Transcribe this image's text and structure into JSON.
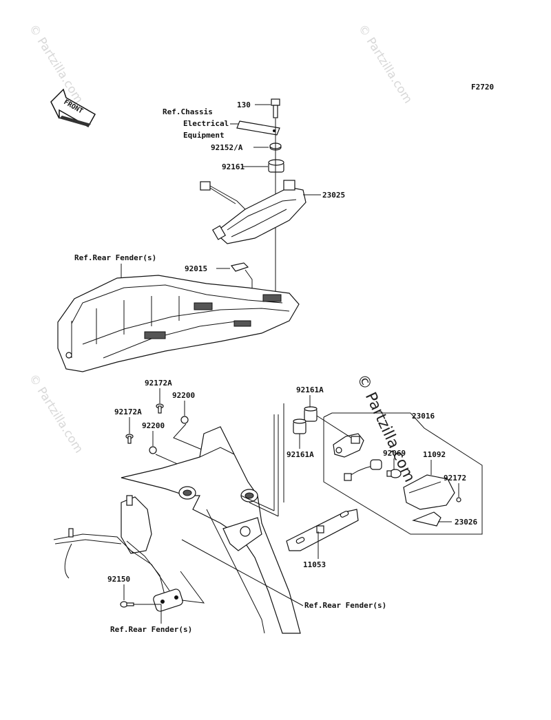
{
  "figure_code": "F2720",
  "front_arrow_label": "FRONT",
  "watermark": "© Partzilla.com",
  "labels": {
    "p130": "130",
    "ref_chassis_1": "Ref.Chassis",
    "ref_chassis_2": "Electrical",
    "ref_chassis_3": "Equipment",
    "p92152a": "92152/A",
    "p92161": "92161",
    "p23025": "23025",
    "ref_rear_fender_top": "Ref.Rear Fender(s)",
    "p92015": "92015",
    "p92172a_1": "92172A",
    "p92200_1": "92200",
    "p92172a_2": "92172A",
    "p92200_2": "92200",
    "p92161a_1": "92161A",
    "p92161a_2": "92161A",
    "p23016": "23016",
    "p92069": "92069",
    "p11092": "11092",
    "p92172": "92172",
    "p23026": "23026",
    "p11053": "11053",
    "p92150": "92150",
    "ref_rear_fender_right": "Ref.Rear Fender(s)",
    "ref_rear_fender_bottom": "Ref.Rear Fender(s)"
  }
}
